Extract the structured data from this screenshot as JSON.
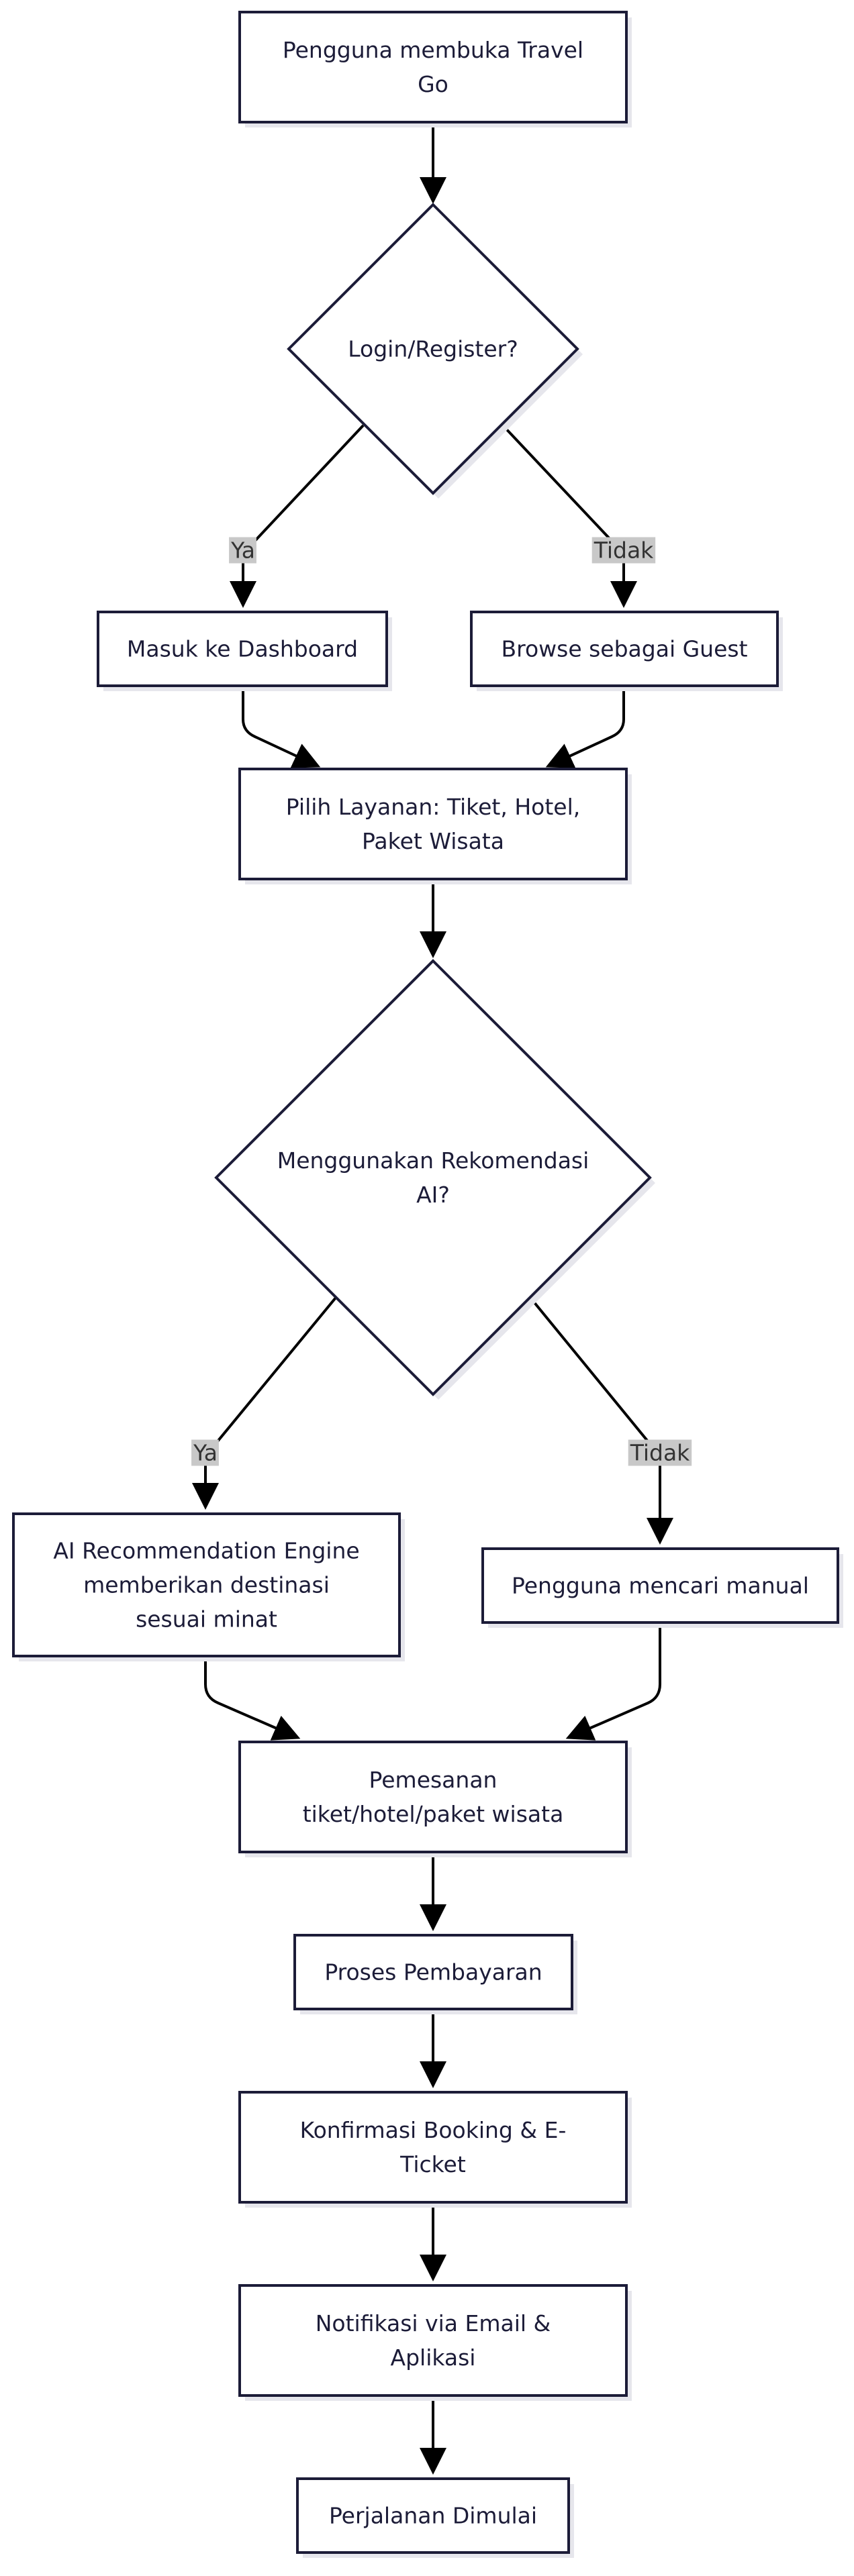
{
  "nodes": {
    "start": {
      "lines": [
        "Pengguna membuka Travel",
        "Go"
      ]
    },
    "login_decision": {
      "lines": [
        "Login/Register?"
      ]
    },
    "dashboard": {
      "lines": [
        "Masuk ke Dashboard"
      ]
    },
    "guest": {
      "lines": [
        "Browse sebagai Guest"
      ]
    },
    "choose_service": {
      "lines": [
        "Pilih Layanan: Tiket, Hotel,",
        "Paket Wisata"
      ]
    },
    "ai_decision": {
      "lines": [
        "Menggunakan Rekomendasi",
        "AI?"
      ]
    },
    "ai_engine": {
      "lines": [
        "AI Recommendation Engine",
        "memberikan destinasi",
        "sesuai minat"
      ]
    },
    "manual_search": {
      "lines": [
        "Pengguna mencari manual"
      ]
    },
    "booking": {
      "lines": [
        "Pemesanan",
        "tiket/hotel/paket wisata"
      ]
    },
    "payment": {
      "lines": [
        "Proses Pembayaran"
      ]
    },
    "confirmation": {
      "lines": [
        "Konfirmasi Booking & E-",
        "Ticket"
      ]
    },
    "notification": {
      "lines": [
        "Notifikasi via Email &",
        "Aplikasi"
      ]
    },
    "trip_start": {
      "lines": [
        "Perjalanan Dimulai"
      ]
    }
  },
  "edge_labels": {
    "login_yes": "Ya",
    "login_no": "Tidak",
    "ai_yes": "Ya",
    "ai_no": "Tidak"
  },
  "colors": {
    "node_fill": "#ffffff",
    "node_stroke": "#1c1c38",
    "edge": "#000000",
    "label_bg": "#c8c8c8",
    "shadow": "#e6e6ec"
  }
}
